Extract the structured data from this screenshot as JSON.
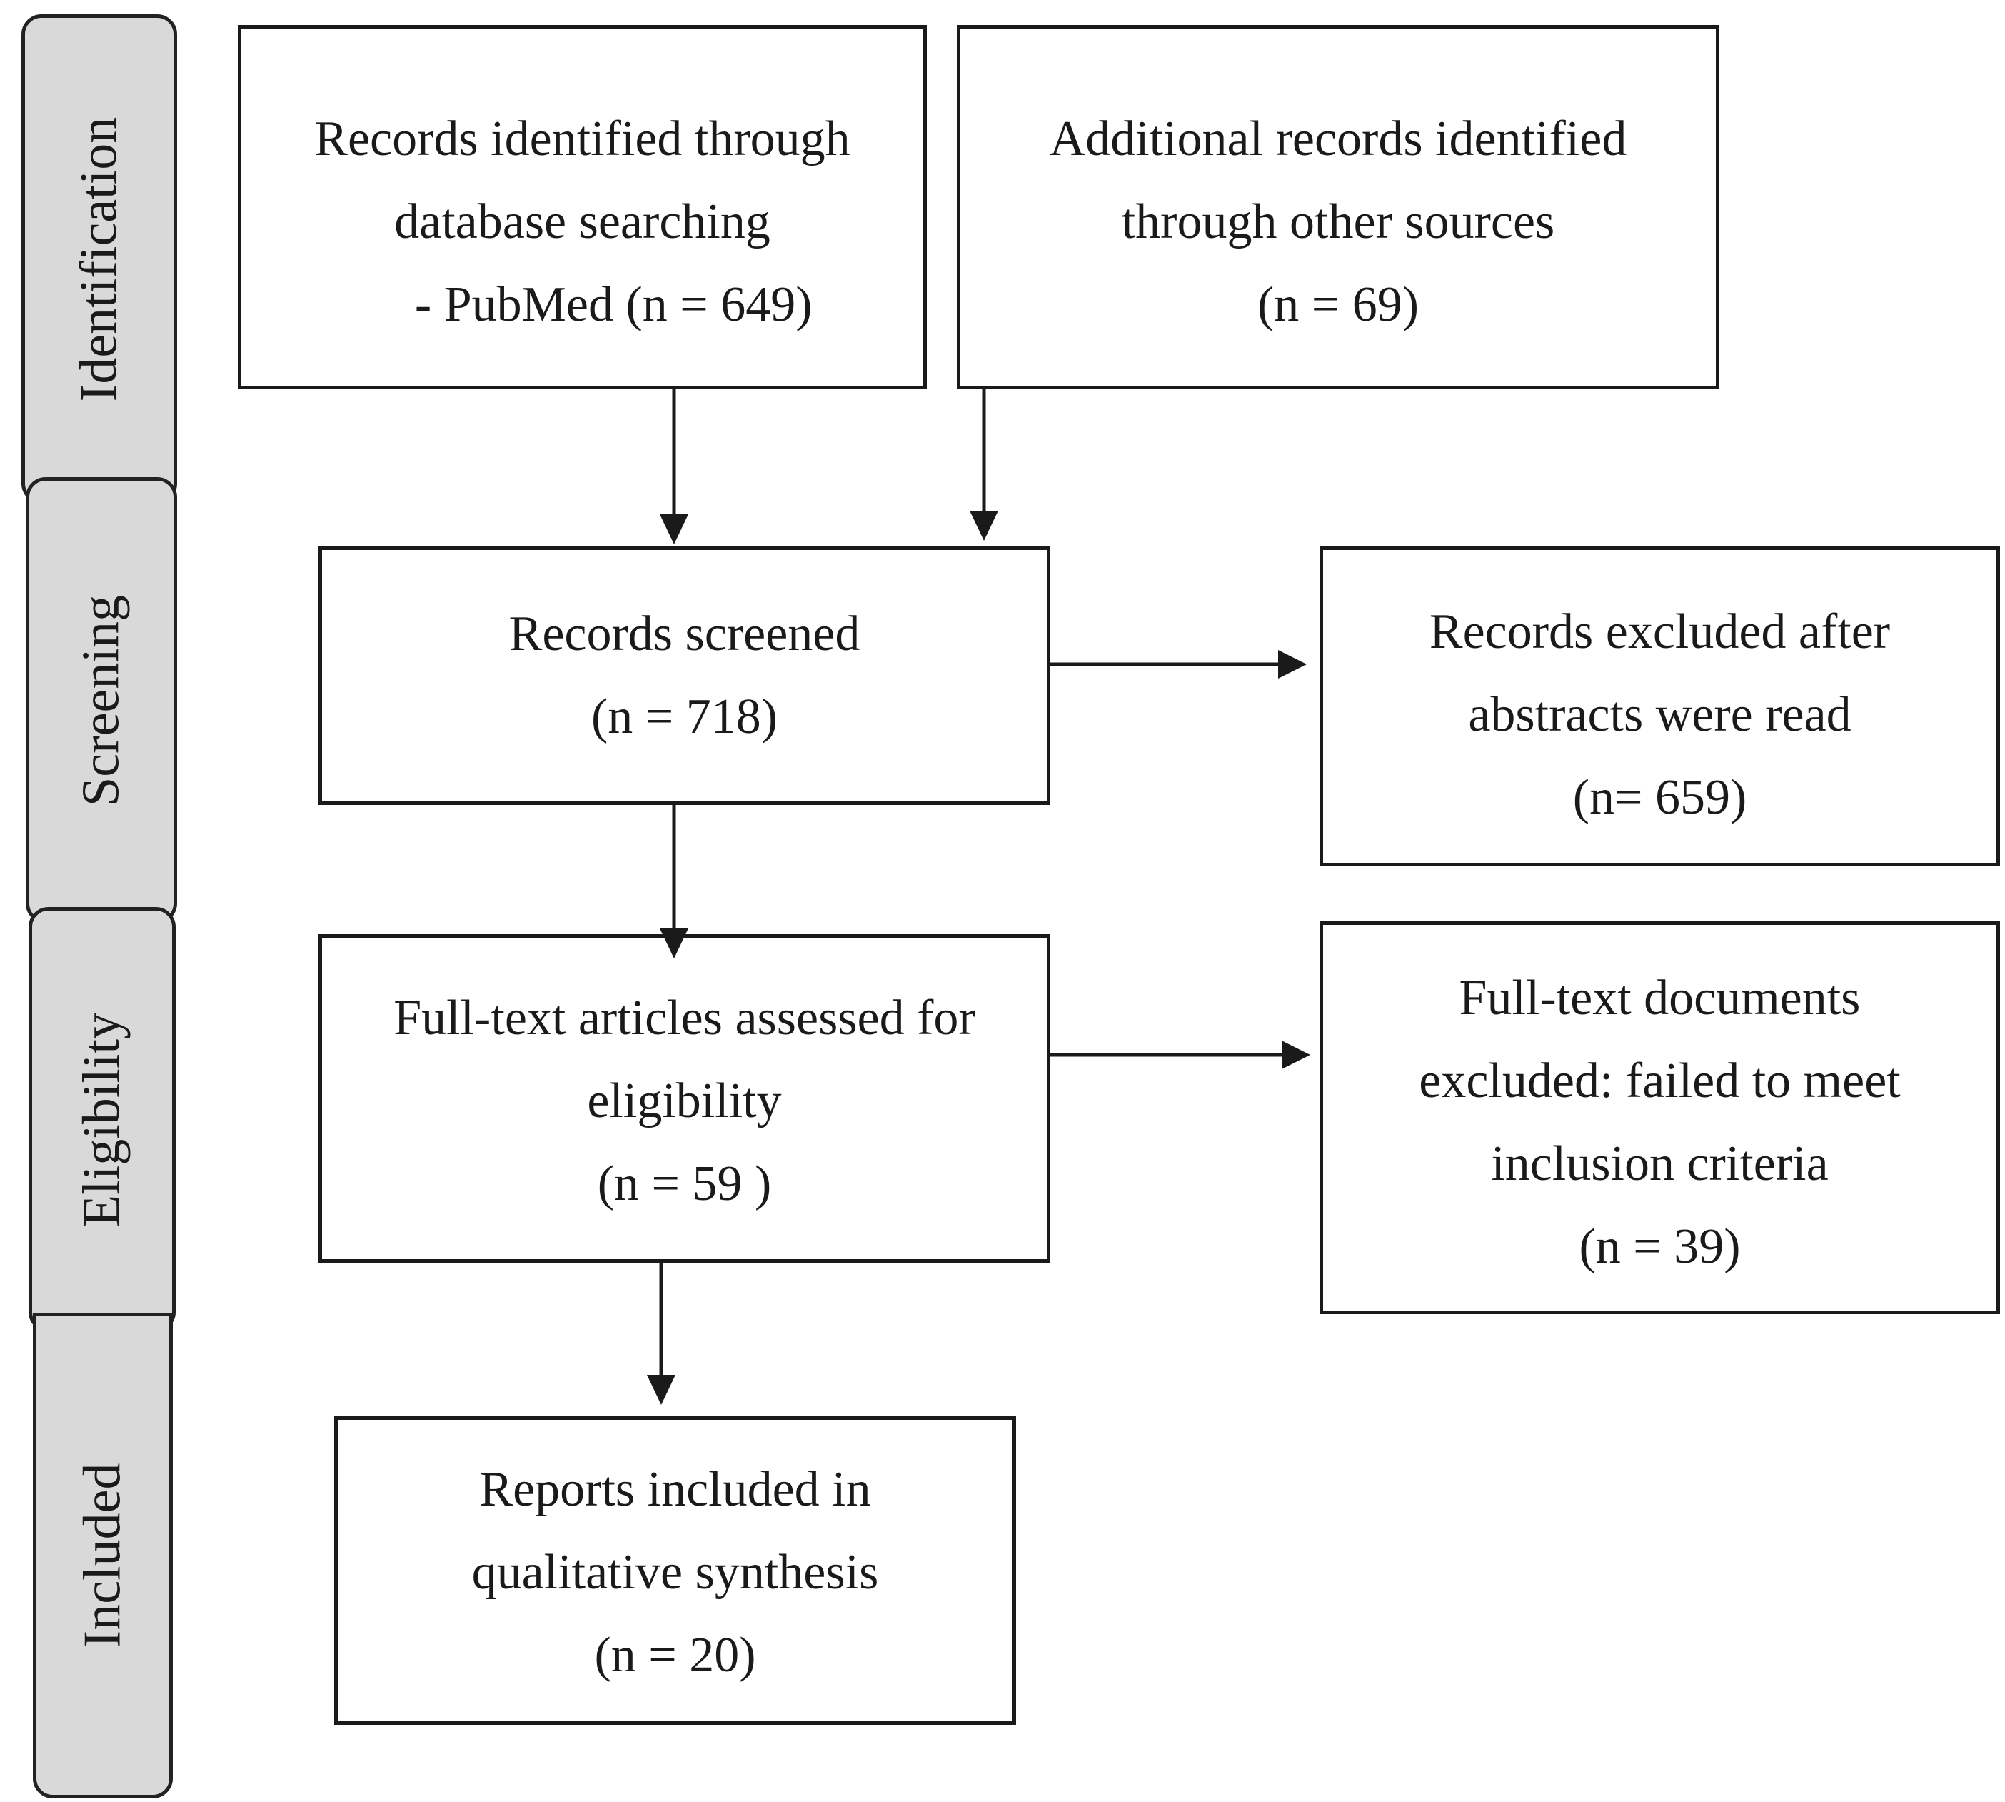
{
  "stages": {
    "identification": "Identification",
    "screening": "Screening",
    "eligibility": "Eligibility",
    "included": "Included"
  },
  "boxes": {
    "database": {
      "line1": "Records identified through",
      "line2": "database searching",
      "line3": "     - PubMed (n = 649)"
    },
    "other_sources": {
      "line1": "Additional records identified",
      "line2": "through other sources",
      "line3": "(n = 69)"
    },
    "screened": {
      "line1": "Records screened",
      "line2": "(n = 718)"
    },
    "excluded_abstracts": {
      "line1": "Records excluded after",
      "line2": "abstracts were read",
      "line3": "(n= 659)"
    },
    "full_text": {
      "line1": "Full-text articles assessed for",
      "line2": "eligibility",
      "line3": "(n = 59 )"
    },
    "excluded_full_text": {
      "line1": "Full-text documents",
      "line2": "excluded: failed to meet",
      "line3": "inclusion criteria",
      "line4": "(n = 39)"
    },
    "included": {
      "line1": "Reports included in",
      "line2": "qualitative synthesis",
      "line3": "(n = 20)"
    }
  },
  "colors": {
    "stage_fill": "#d9d9d9",
    "stroke": "#1a1a1a"
  }
}
